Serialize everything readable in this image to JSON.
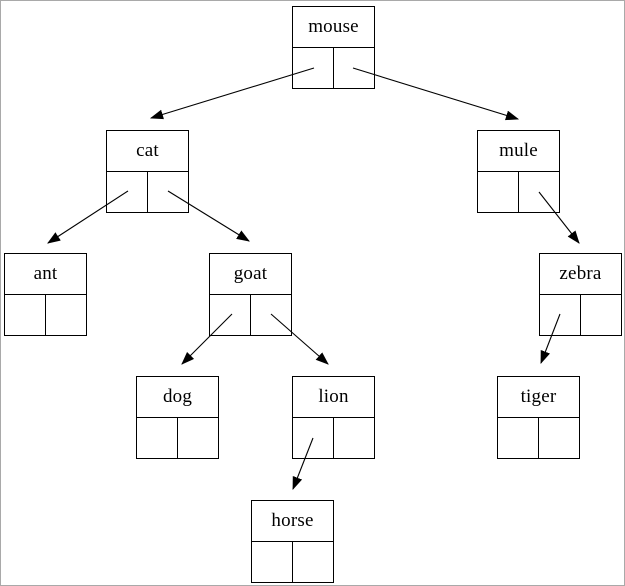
{
  "diagram": {
    "type": "binary-search-tree",
    "nodes": [
      {
        "id": "mouse",
        "label": "mouse"
      },
      {
        "id": "cat",
        "label": "cat"
      },
      {
        "id": "mule",
        "label": "mule"
      },
      {
        "id": "ant",
        "label": "ant"
      },
      {
        "id": "goat",
        "label": "goat"
      },
      {
        "id": "zebra",
        "label": "zebra"
      },
      {
        "id": "dog",
        "label": "dog"
      },
      {
        "id": "lion",
        "label": "lion"
      },
      {
        "id": "tiger",
        "label": "tiger"
      },
      {
        "id": "horse",
        "label": "horse"
      }
    ],
    "edges": [
      {
        "from": "mouse",
        "pointer": "left",
        "to": "cat"
      },
      {
        "from": "mouse",
        "pointer": "right",
        "to": "mule"
      },
      {
        "from": "cat",
        "pointer": "left",
        "to": "ant"
      },
      {
        "from": "cat",
        "pointer": "right",
        "to": "goat"
      },
      {
        "from": "mule",
        "pointer": "right",
        "to": "zebra"
      },
      {
        "from": "goat",
        "pointer": "left",
        "to": "dog"
      },
      {
        "from": "goat",
        "pointer": "right",
        "to": "lion"
      },
      {
        "from": "zebra",
        "pointer": "left",
        "to": "tiger"
      },
      {
        "from": "lion",
        "pointer": "left",
        "to": "horse"
      }
    ],
    "colors": {
      "line": "#000000",
      "background": "#ffffff",
      "frame": "#a9a9a9"
    }
  }
}
